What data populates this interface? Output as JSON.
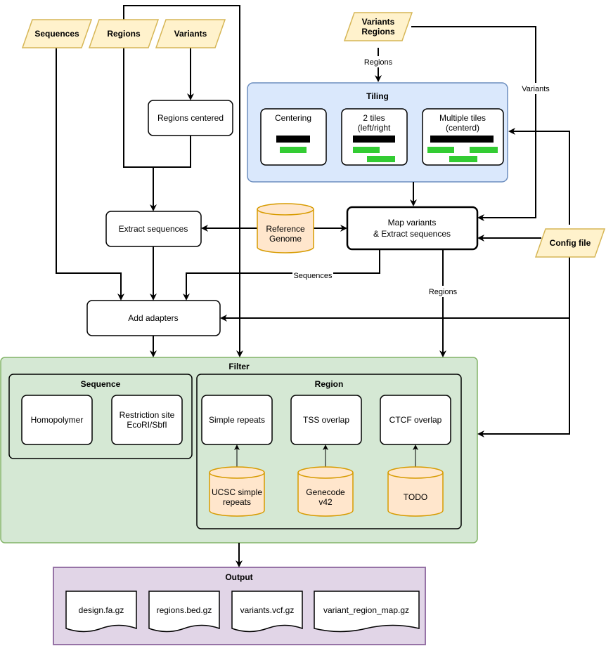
{
  "colors": {
    "input_fill": "#fff2cc",
    "input_stroke": "#d6b656",
    "db_fill": "#ffe6cc",
    "db_stroke": "#d79b00",
    "tiling_fill": "#dae8fc",
    "tiling_stroke": "#6c8ebf",
    "filter_fill": "#d5e8d4",
    "filter_stroke": "#82b366",
    "output_fill": "#e1d5e7",
    "output_stroke": "#9673a6",
    "tile_green": "#33cc33",
    "tile_black": "#000000"
  },
  "inputs": {
    "sequences": "Sequences",
    "regions": "Regions",
    "variants": "Variants",
    "variants_regions_line1": "Variants",
    "variants_regions_line2": "Regions",
    "config_file": "Config file"
  },
  "nodes": {
    "regions_centered": "Regions centered",
    "extract_sequences": "Extract sequences",
    "reference_genome_line1": "Reference",
    "reference_genome_line2": "Genome",
    "map_variants_line1": "Map variants",
    "map_variants_line2": "& Extract sequences",
    "add_adapters": "Add adapters"
  },
  "tiling": {
    "title": "Tiling",
    "centering": "Centering",
    "two_tiles_line1": "2 tiles",
    "two_tiles_line2": "(left/right",
    "multiple_tiles_line1": "Multiple tiles",
    "multiple_tiles_line2": "(centerd)"
  },
  "filter": {
    "title": "Filter",
    "sequence": {
      "title": "Sequence",
      "homopolymer": "Homopolymer",
      "restriction_line1": "Restriction site",
      "restriction_line2": "EcoRI/SbfI"
    },
    "region": {
      "title": "Region",
      "simple_repeats": "Simple repeats",
      "tss_overlap": "TSS overlap",
      "ctcf_overlap": "CTCF overlap",
      "ucsc_line1": "UCSC simple",
      "ucsc_line2": "repeats",
      "genecode_line1": "Genecode",
      "genecode_line2": "v42",
      "todo": "TODO"
    }
  },
  "output": {
    "title": "Output",
    "files": [
      "design.fa.gz",
      "regions.bed.gz",
      "variants.vcf.gz",
      "variant_region_map.gz"
    ]
  },
  "edge_labels": {
    "regions_top": "Regions",
    "variants_right": "Variants",
    "sequences_mid": "Sequences",
    "regions_mid": "Regions"
  }
}
